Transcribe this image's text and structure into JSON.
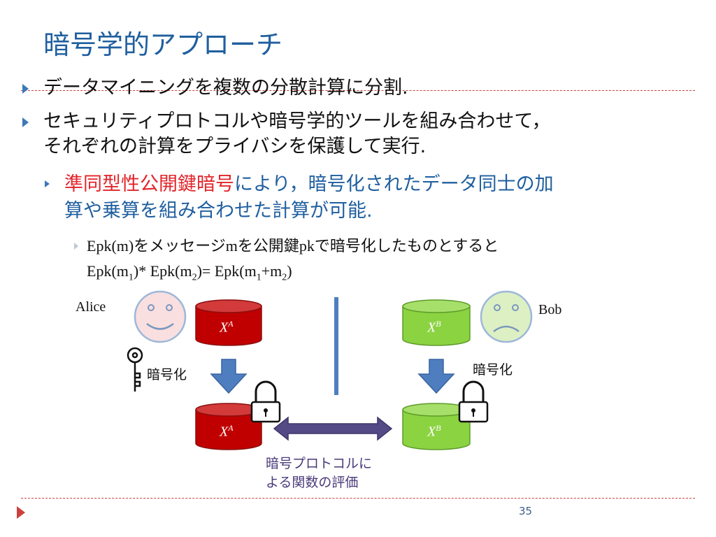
{
  "slide": {
    "title": "暗号学的アプローチ",
    "bullet1": "データマイニングを複数の分散計算に分割.",
    "bullet2_line1": "セキュリティプロトコルや暗号学的ツールを組み合わせて，",
    "bullet2_line2": "それぞれの計算をプライバシを保護して実行.",
    "sub_red": "準同型性公開鍵暗号",
    "sub_line1_rest": "により，暗号化されたデータ同士の加",
    "sub_line2": "算や乗算を組み合わせた計算が可能.",
    "subsub_line1": {
      "p1": "Epk(m)",
      "p2": "をメッセージ",
      "p3": "m",
      "p4": "を公開鍵",
      "p5": "pk",
      "p6": "で暗号化したものとすると"
    },
    "formula": {
      "a": "Epk(m",
      "s1": "1",
      "b": ")* Epk(m",
      "s2": "2",
      "c": ")= Epk(m",
      "s3": "1",
      "d": "+m",
      "s4": "2",
      "e": ")"
    },
    "page_number": "35"
  },
  "diagram": {
    "alice_label": "Alice",
    "bob_label": "Bob",
    "encrypt_left": "暗号化",
    "encrypt_right": "暗号化",
    "cyl_alice_base": "X",
    "cyl_alice_sup": "A",
    "cyl_bob_base": "X",
    "cyl_bob_sup": "B",
    "protocol_line1": "暗号プロトコルに",
    "protocol_line2": "よる関数の評価"
  },
  "colors": {
    "title": "#1F5F9F",
    "accent_red": "#E2252B",
    "cyl_red": "#C00000",
    "cyl_green": "#8BD341",
    "arrow_blue": "#4F7EC0",
    "arrow_purple": "#544A86",
    "rule": "#C9423F"
  }
}
